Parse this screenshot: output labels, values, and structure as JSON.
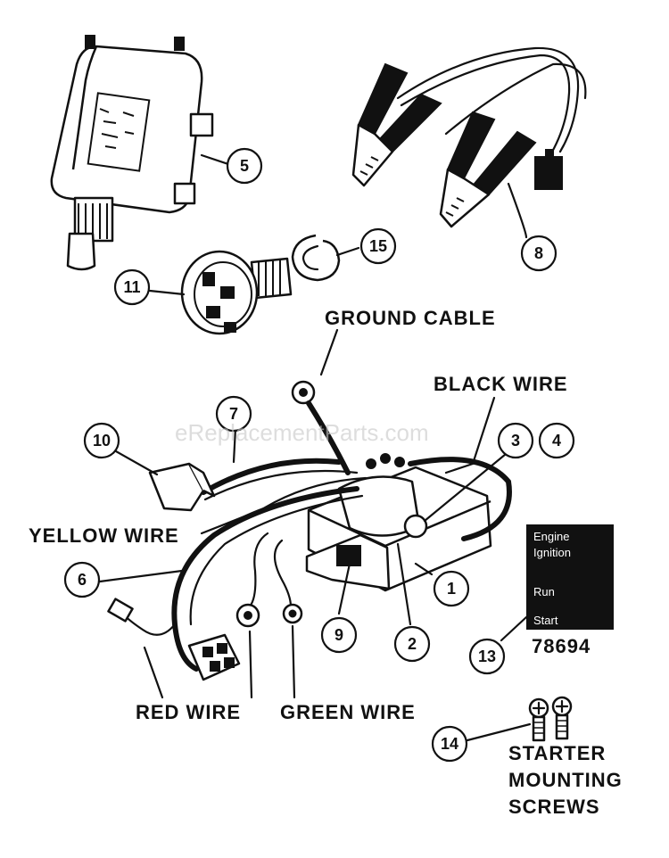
{
  "watermark": "eReplacementParts.com",
  "labels": {
    "ground_cable": "GROUND CABLE",
    "black_wire": "BLACK WIRE",
    "yellow_wire": "YELLOW WIRE",
    "red_wire": "RED WIRE",
    "green_wire": "GREEN WIRE",
    "starter_1": "STARTER",
    "starter_2": "MOUNTING",
    "starter_3": "SCREWS",
    "part_code": "78694"
  },
  "decal": {
    "line1": "Engine",
    "line2": "Ignition",
    "line3": "Run",
    "line4": "Start"
  },
  "callouts": {
    "c1": "1",
    "c2": "2",
    "c3": "3",
    "c4": "4",
    "c5": "5",
    "c6": "6",
    "c7": "7",
    "c8": "8",
    "c9": "9",
    "c10": "10",
    "c11": "11",
    "c13": "13",
    "c14": "14",
    "c15": "15"
  }
}
